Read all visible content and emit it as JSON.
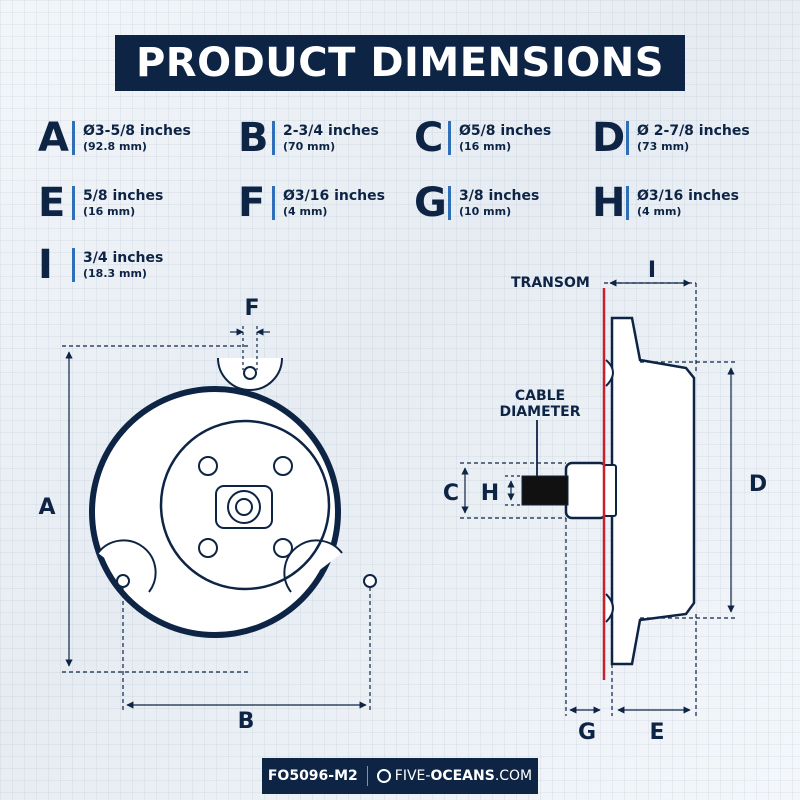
{
  "title": "PRODUCT DIMENSIONS",
  "specs": [
    {
      "letter": "A",
      "inches": "Ø3-5/8 inches",
      "mm": "(92.8 mm)"
    },
    {
      "letter": "B",
      "inches": "2-3/4 inches",
      "mm": "(70 mm)"
    },
    {
      "letter": "C",
      "inches": "Ø5/8 inches",
      "mm": "(16 mm)"
    },
    {
      "letter": "D",
      "inches": "Ø 2-7/8 inches",
      "mm": "(73 mm)"
    },
    {
      "letter": "E",
      "inches": "5/8 inches",
      "mm": "(16 mm)"
    },
    {
      "letter": "F",
      "inches": "Ø3/16 inches",
      "mm": "(4 mm)"
    },
    {
      "letter": "G",
      "inches": "3/8 inches",
      "mm": "(10 mm)"
    },
    {
      "letter": "H",
      "inches": "Ø3/16 inches",
      "mm": "(4 mm)"
    },
    {
      "letter": "I",
      "inches": "3/4 inches",
      "mm": "(18.3 mm)"
    }
  ],
  "diagram": {
    "transom": "TRANSOM",
    "cable_line1": "CABLE",
    "cable_line2": "DIAMETER",
    "labels": {
      "A": "A",
      "B": "B",
      "C": "C",
      "D": "D",
      "E": "E",
      "F": "F",
      "G": "G",
      "H": "H",
      "I": "I"
    }
  },
  "footer": {
    "model": "FO5096-M2",
    "site_prefix": "FIVE-",
    "site_brand": "OCEANS",
    "site_suffix": ".COM"
  },
  "colors": {
    "navy": "#0e2445",
    "accent": "#2f6fb7",
    "transom": "#c8202f"
  }
}
